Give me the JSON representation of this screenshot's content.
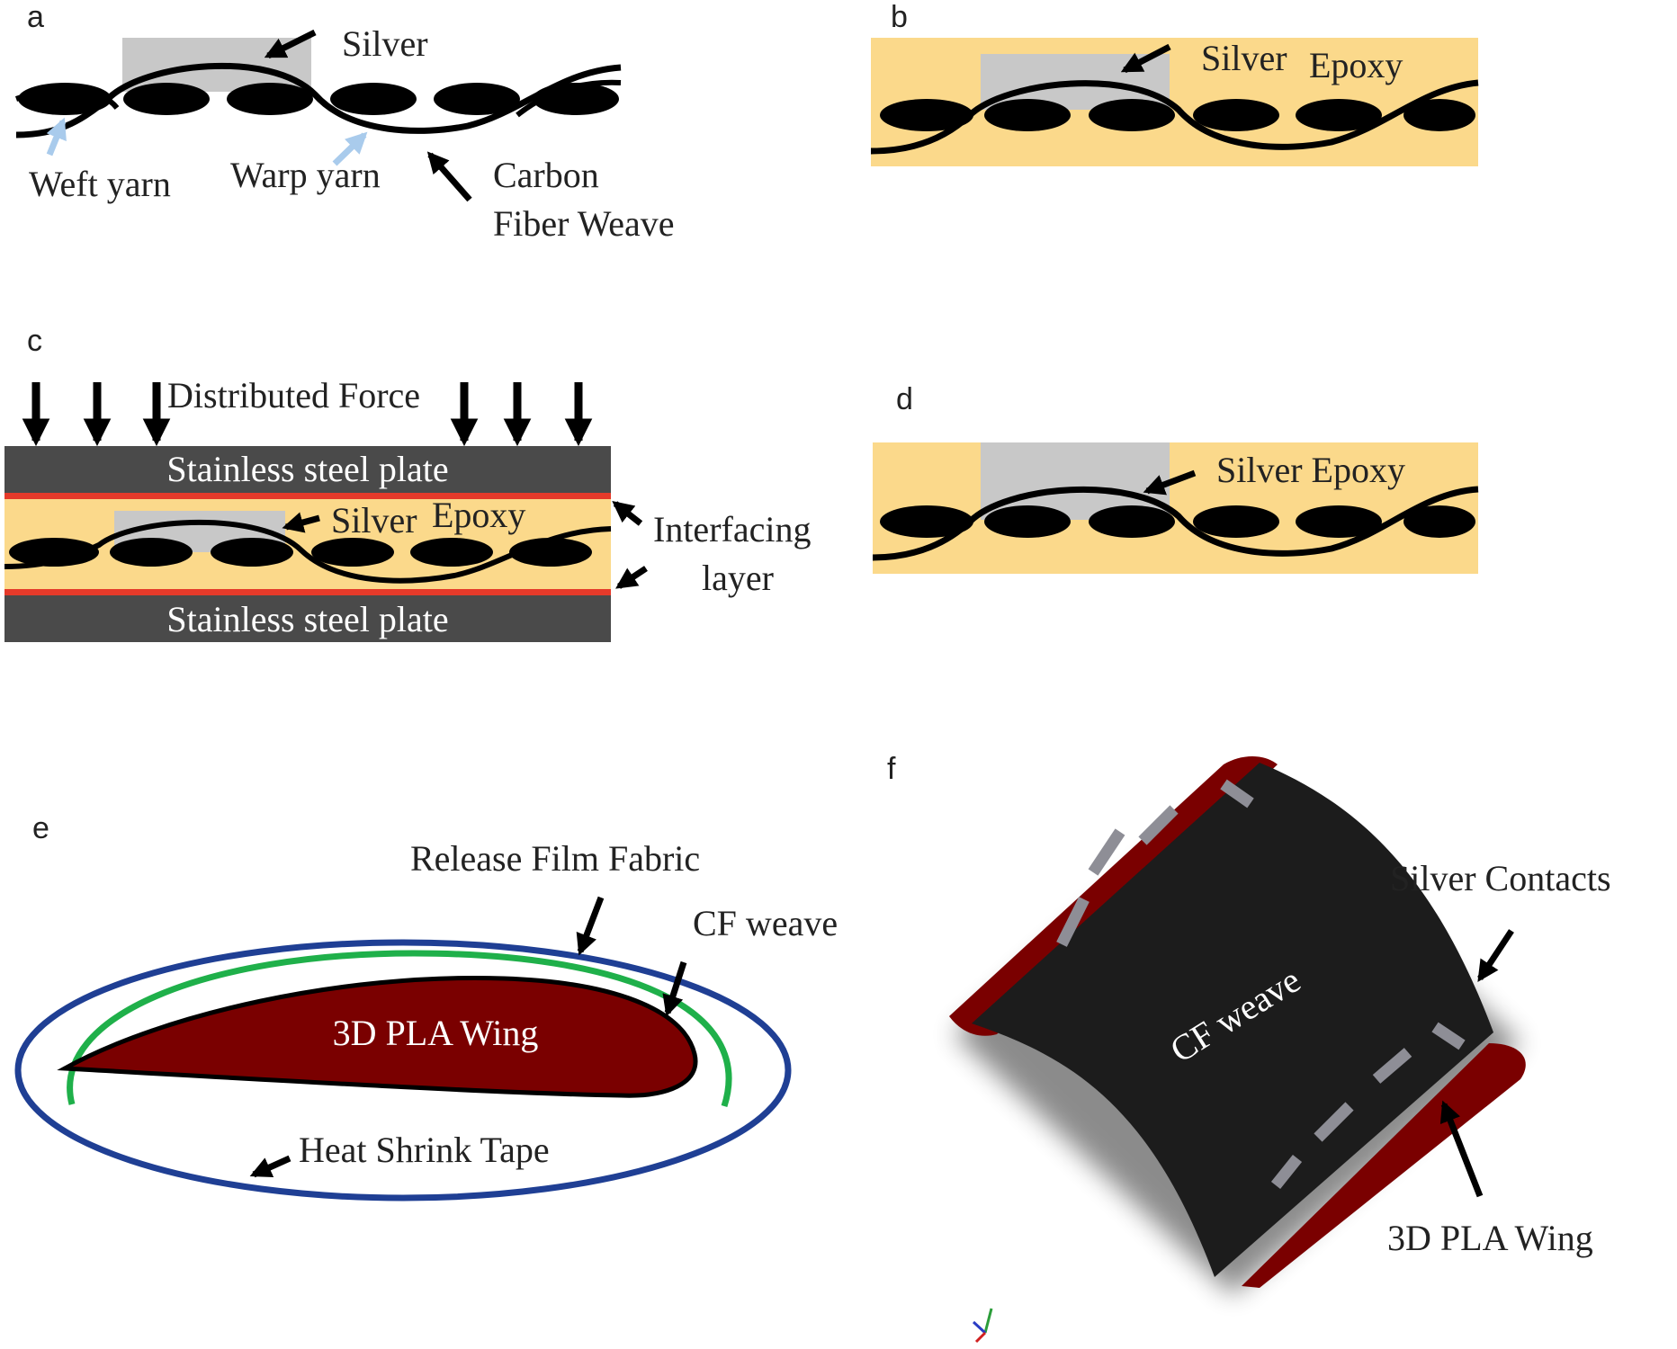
{
  "colors": {
    "epoxy": "#fbd98b",
    "silver": "#c8c8c8",
    "steel": "#4a4a4a",
    "interface": "#e53a2a",
    "carbon": "#000000",
    "pla": "#7a0000",
    "release_film": "#1f3f94",
    "cf_ring": "#1fb04a",
    "arrow_light": "#a9cbec",
    "cf_sheet": "#1c1c1c",
    "contacts": "#8e8e96"
  },
  "panels": {
    "a": {
      "letter": "a",
      "silver": "Silver",
      "weft": "Weft yarn",
      "warp": "Warp yarn",
      "carbon_line1": "Carbon",
      "carbon_line2": "Fiber Weave"
    },
    "b": {
      "letter": "b",
      "silver": "Silver",
      "epoxy": "Epoxy"
    },
    "c": {
      "letter": "c",
      "force": "Distributed Force",
      "plate_top": "Stainless steel plate",
      "plate_bottom": "Stainless steel plate",
      "silver": "Silver",
      "epoxy": "Epoxy",
      "interfacing_line1": "Interfacing",
      "interfacing_line2": "layer"
    },
    "d": {
      "letter": "d",
      "silver_epoxy": "Silver Epoxy"
    },
    "e": {
      "letter": "e",
      "release_film": "Release Film Fabric",
      "cf_weave": "CF weave",
      "wing": "3D PLA Wing",
      "heat_shrink": "Heat Shrink Tape"
    },
    "f": {
      "letter": "f",
      "contacts": "Silver Contacts",
      "cf_weave": "CF weave",
      "wing": "3D PLA Wing"
    }
  }
}
